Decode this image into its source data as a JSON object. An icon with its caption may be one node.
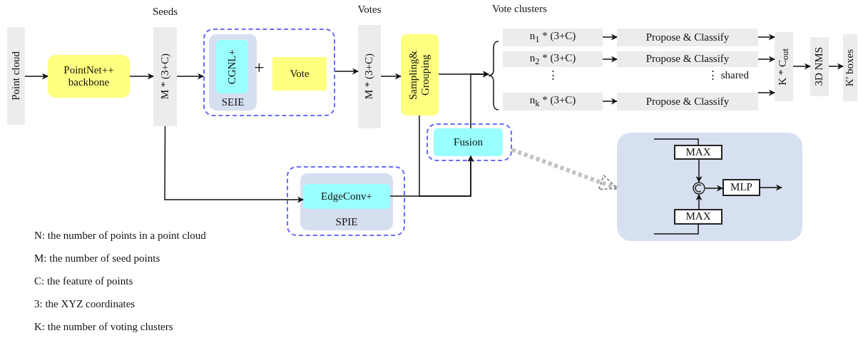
{
  "diagram": {
    "nodes": [
      {
        "text": [
          "Point cloud"
        ]
      },
      {
        "text": [
          "PointNet++ backbone"
        ]
      },
      {
        "text": [
          "M * (3+C)"
        ],
        "beside": [
          "Seeds"
        ]
      },
      {
        "text": [],
        "shape": "box"
      },
      {
        "text": [
          "SEIE"
        ],
        "in": 3
      },
      {
        "text": [
          "CGNL+"
        ],
        "in": 4
      },
      {
        "text": [
          "Vote"
        ],
        "in": 3
      },
      {
        "text": [
          "M * (3+C)"
        ],
        "beside": [
          "Votes"
        ]
      },
      {
        "text": [
          "Sampling& Grouping"
        ]
      },
      {
        "text": [],
        "shape": "bracket"
      },
      {
        "text": [
          "n$_{1}$ * (3+C)"
        ]
      },
      {
        "text": [
          "n$_{2}$ * (3+C)"
        ]
      },
      {
        "text": [
          "n$_{k}$ * (3+C)"
        ]
      },
      {
        "text": [
          "Propose & Classify"
        ]
      },
      {
        "text": [
          "Propose & Classify"
        ]
      },
      {
        "text": [
          "Propose & Classify"
        ]
      },
      {
        "text": [
          "K * C$_{out}$"
        ]
      },
      {
        "text": [
          "3D NMS"
        ]
      },
      {
        "text": [
          "K' boxes"
        ]
      },
      {
        "text": [],
        "shape": "box"
      },
      {
        "text": [
          "Fusion"
        ],
        "in": 19
      },
      {
        "text": [],
        "shape": "box"
      },
      {
        "text": [
          "SPIE"
        ],
        "in": 21
      },
      {
        "text": [
          "EdgeConv+"
        ],
        "in": 22
      },
      {
        "text": [],
        "shape": "box"
      },
      {
        "text": [
          "MAX"
        ],
        "in": 24
      },
      {
        "text": [],
        "shape": "circle",
        "in": 24
      },
      {
        "text": [
          "MAX"
        ],
        "in": 24
      },
      {
        "text": [
          "MLP"
        ],
        "in": 24
      }
    ],
    "edges": [
      {
        "from": 0,
        "to": 1,
        "arrow": "to"
      },
      {
        "from": 1,
        "to": 2,
        "arrow": "to"
      },
      {
        "from": 2,
        "to": 3,
        "arrow": "to"
      },
      {
        "from": 3,
        "to": 7,
        "arrow": "to"
      },
      {
        "from": 7,
        "to": 8,
        "arrow": "to"
      },
      {
        "from": 8,
        "to": 9,
        "arrow": "to"
      },
      {
        "from": 10,
        "to": 13,
        "arrow": "to"
      },
      {
        "from": 11,
        "to": 14,
        "arrow": "to"
      },
      {
        "from": 12,
        "to": 15,
        "arrow": "to"
      },
      {
        "from": 13,
        "to": 16,
        "arrow": "to"
      },
      {
        "from": 14,
        "to": 16,
        "arrow": "to"
      },
      {
        "from": 15,
        "to": 16,
        "arrow": "to"
      },
      {
        "from": 16,
        "to": 17,
        "arrow": "to"
      },
      {
        "from": 17,
        "to": 18,
        "arrow": "to"
      },
      {
        "from": 2,
        "to": 23,
        "arrow": "to"
      },
      {
        "from": 8,
        "to": 20,
        "arrow": "to"
      },
      {
        "from": 23,
        "to": 20,
        "arrow": "to"
      },
      {
        "from": 20,
        "to": 9,
        "arrow": "to"
      },
      {
        "from": 19,
        "to": 24,
        "arrow": "to",
        "style": "dashed",
        "color": "#888888"
      },
      {
        "from": null,
        "to": 25,
        "arrow": "none"
      },
      {
        "from": null,
        "to": 27,
        "arrow": "none"
      },
      {
        "from": 25,
        "to": 26,
        "arrow": "to"
      },
      {
        "from": 27,
        "to": 26,
        "arrow": "to"
      },
      {
        "from": 26,
        "to": 28,
        "arrow": "to"
      },
      {
        "from": 28,
        "to": null,
        "arrow": "to"
      }
    ],
    "labels": [
      "Vote clusters",
      "+",
      "⋮",
      "⋮ shared",
      "N: the number of points in a point cloud",
      "M: the number of seed points",
      "C: the feature of points",
      "3: the XYZ coordinates",
      "K: the number of voting clusters"
    ]
  }
}
